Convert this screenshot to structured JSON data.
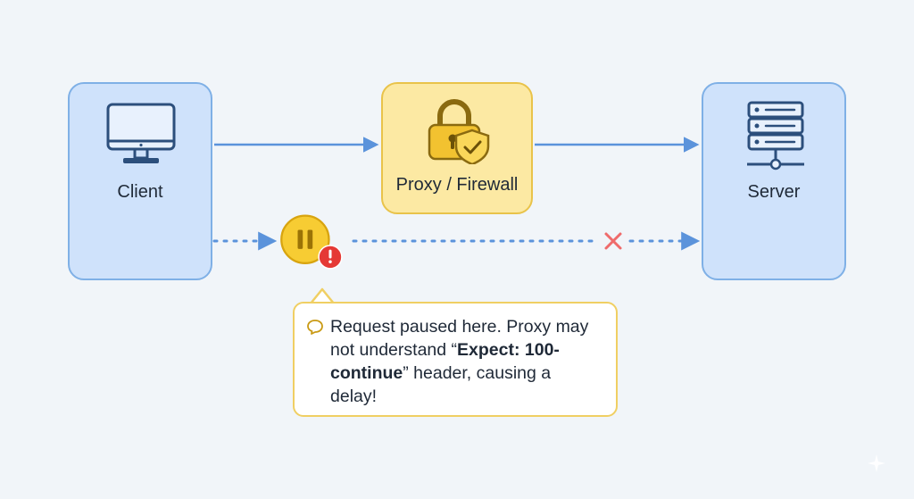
{
  "diagram": {
    "nodes": {
      "client": {
        "label": "Client",
        "icon": "monitor-icon"
      },
      "proxy": {
        "label": "Proxy / Firewall",
        "icon": "padlock-shield-icon"
      },
      "server": {
        "label": "Server",
        "icon": "server-rack-icon"
      }
    },
    "flows": [
      {
        "from": "client",
        "to": "proxy",
        "style": "solid"
      },
      {
        "from": "proxy",
        "to": "server",
        "style": "solid"
      },
      {
        "from": "client",
        "to": "server",
        "style": "dotted",
        "status": "paused-then-blocked"
      }
    ],
    "pause_badge": {
      "icon": "pause-icon",
      "alert_icon": "exclamation-icon"
    },
    "blocked_icon": "cross-icon",
    "callout": {
      "icon": "chat-bubble-icon",
      "text_before": "Request paused here. Proxy may not understand “",
      "text_bold": "Expect: 100-continue",
      "text_after": "” header, causing a delay!"
    },
    "colors": {
      "background": "#f1f5f9",
      "node_fill": "#cfe2fb",
      "node_stroke": "#7fb0e6",
      "proxy_fill": "#fce9a3",
      "proxy_stroke": "#e9c34a",
      "arrow": "#5b93db",
      "alert": "#e53935",
      "blocked": "#ef6b6b"
    }
  }
}
